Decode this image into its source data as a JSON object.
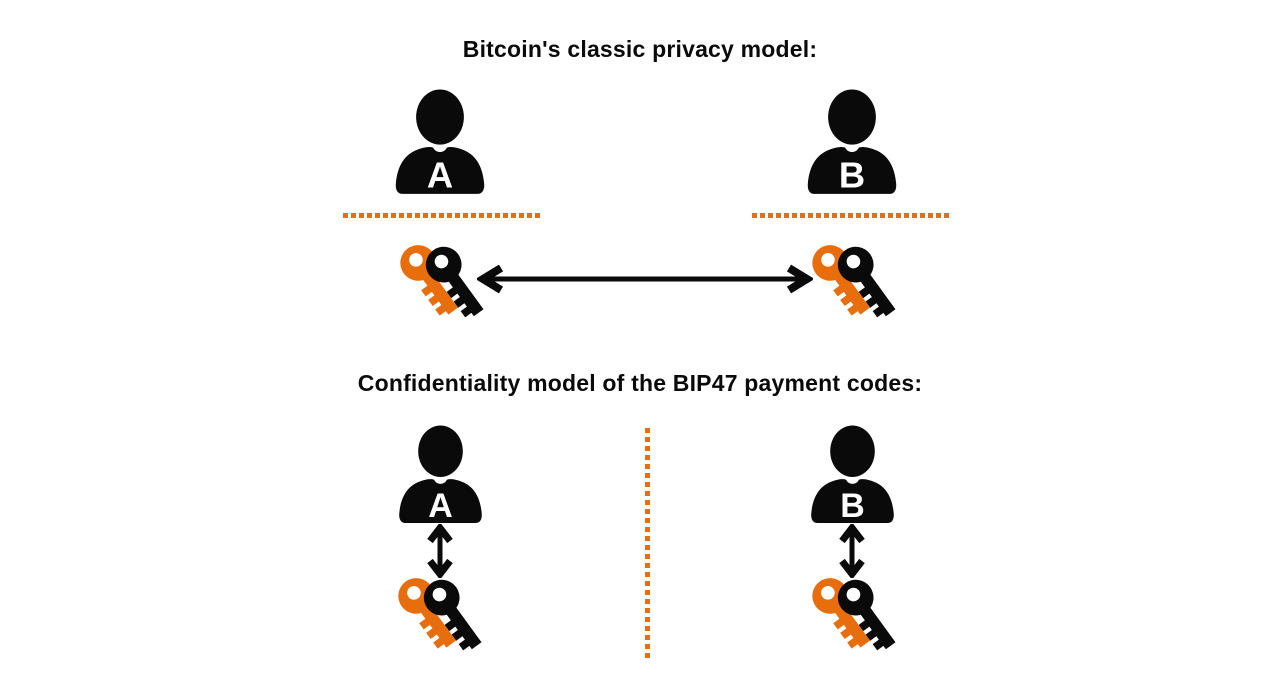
{
  "colors": {
    "background": "#ffffff",
    "ink": "#0a0a0a",
    "accent_orange": "#E86D0D"
  },
  "classic_section": {
    "title": "Bitcoin's classic privacy model:",
    "actor_a": {
      "label": "A"
    },
    "actor_b": {
      "label": "B"
    }
  },
  "bip47_section": {
    "title": "Confidentiality model of the BIP47 payment codes:",
    "actor_a": {
      "label": "A"
    },
    "actor_b": {
      "label": "B"
    }
  }
}
